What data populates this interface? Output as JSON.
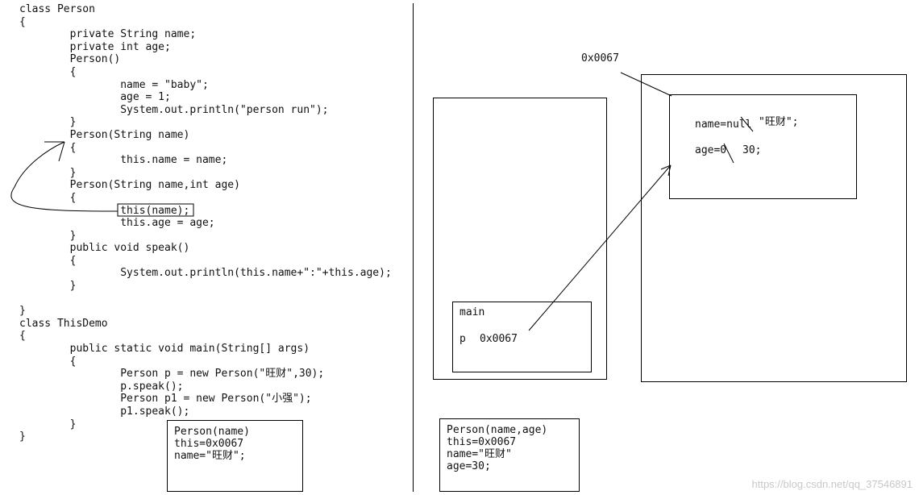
{
  "code_lines": [
    "class Person",
    "{",
    "        private String name;",
    "        private int age;",
    "        Person()",
    "        {",
    "                name = \"baby\";",
    "                age = 1;",
    "                System.out.println(\"person run\");",
    "        }",
    "        Person(String name)",
    "        {",
    "                this.name = name;",
    "        }",
    "        Person(String name,int age)",
    "        {",
    "                this(name);",
    "                this.age = age;",
    "        }",
    "        public void speak()",
    "        {",
    "                System.out.println(this.name+\":\"+this.age);",
    "        }",
    "",
    "}",
    "class ThisDemo",
    "{",
    "        public static void main(String[] args)",
    "        {",
    "                Person p = new Person(\"旺财\",30);",
    "                p.speak();",
    "                Person p1 = new Person(\"小强\");",
    "                p1.speak();",
    "        }",
    "}"
  ],
  "note_left": {
    "lines": [
      "Person(name)",
      "this=0x0067",
      "",
      "name=\"旺财\";"
    ]
  },
  "note_right": {
    "lines": [
      "Person(name,age)",
      "this=0x0067",
      "name=\"旺财\"",
      "age=30;"
    ]
  },
  "stack": {
    "frame_label": "main",
    "var_name": "p",
    "var_value": "0x0067"
  },
  "heap": {
    "address": "0x0067",
    "field_name_label": "name=null",
    "field_name_new": "\"旺财\";",
    "field_age_label": "age=0",
    "field_age_new": "30;"
  },
  "watermark": "https://blog.csdn.net/qq_37546891"
}
